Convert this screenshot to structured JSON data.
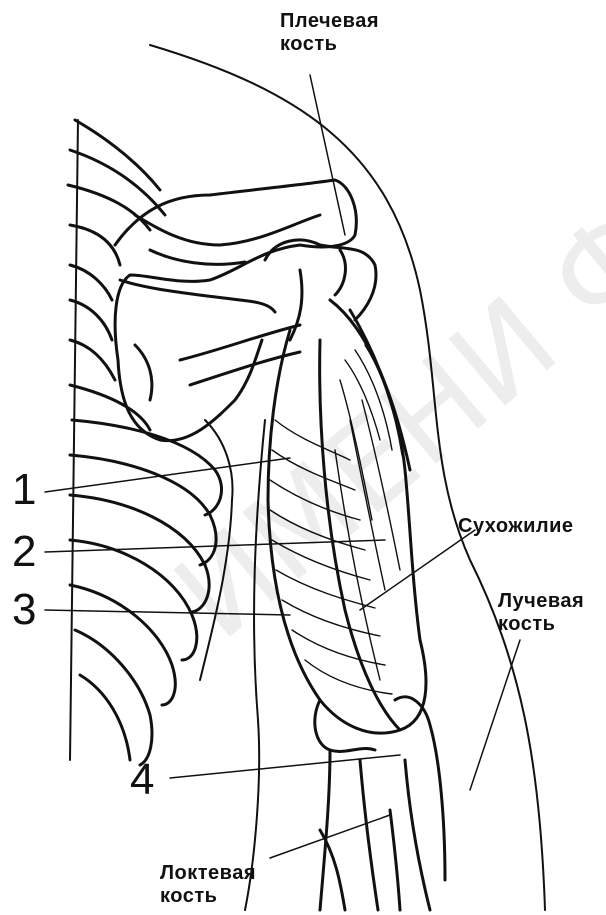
{
  "labels": {
    "humerus": [
      "Плечевая",
      "кость"
    ],
    "tendon": "Сухожилие",
    "radius": [
      "Лучевая",
      "кость"
    ],
    "ulna": [
      "Локтевая",
      "кость"
    ],
    "n1": "1",
    "n2": "2",
    "n3": "3",
    "n4": "4"
  },
  "watermark": "ИМЕНИ Ф. СК",
  "colors": {
    "ink": "#111111",
    "background": "#ffffff"
  }
}
